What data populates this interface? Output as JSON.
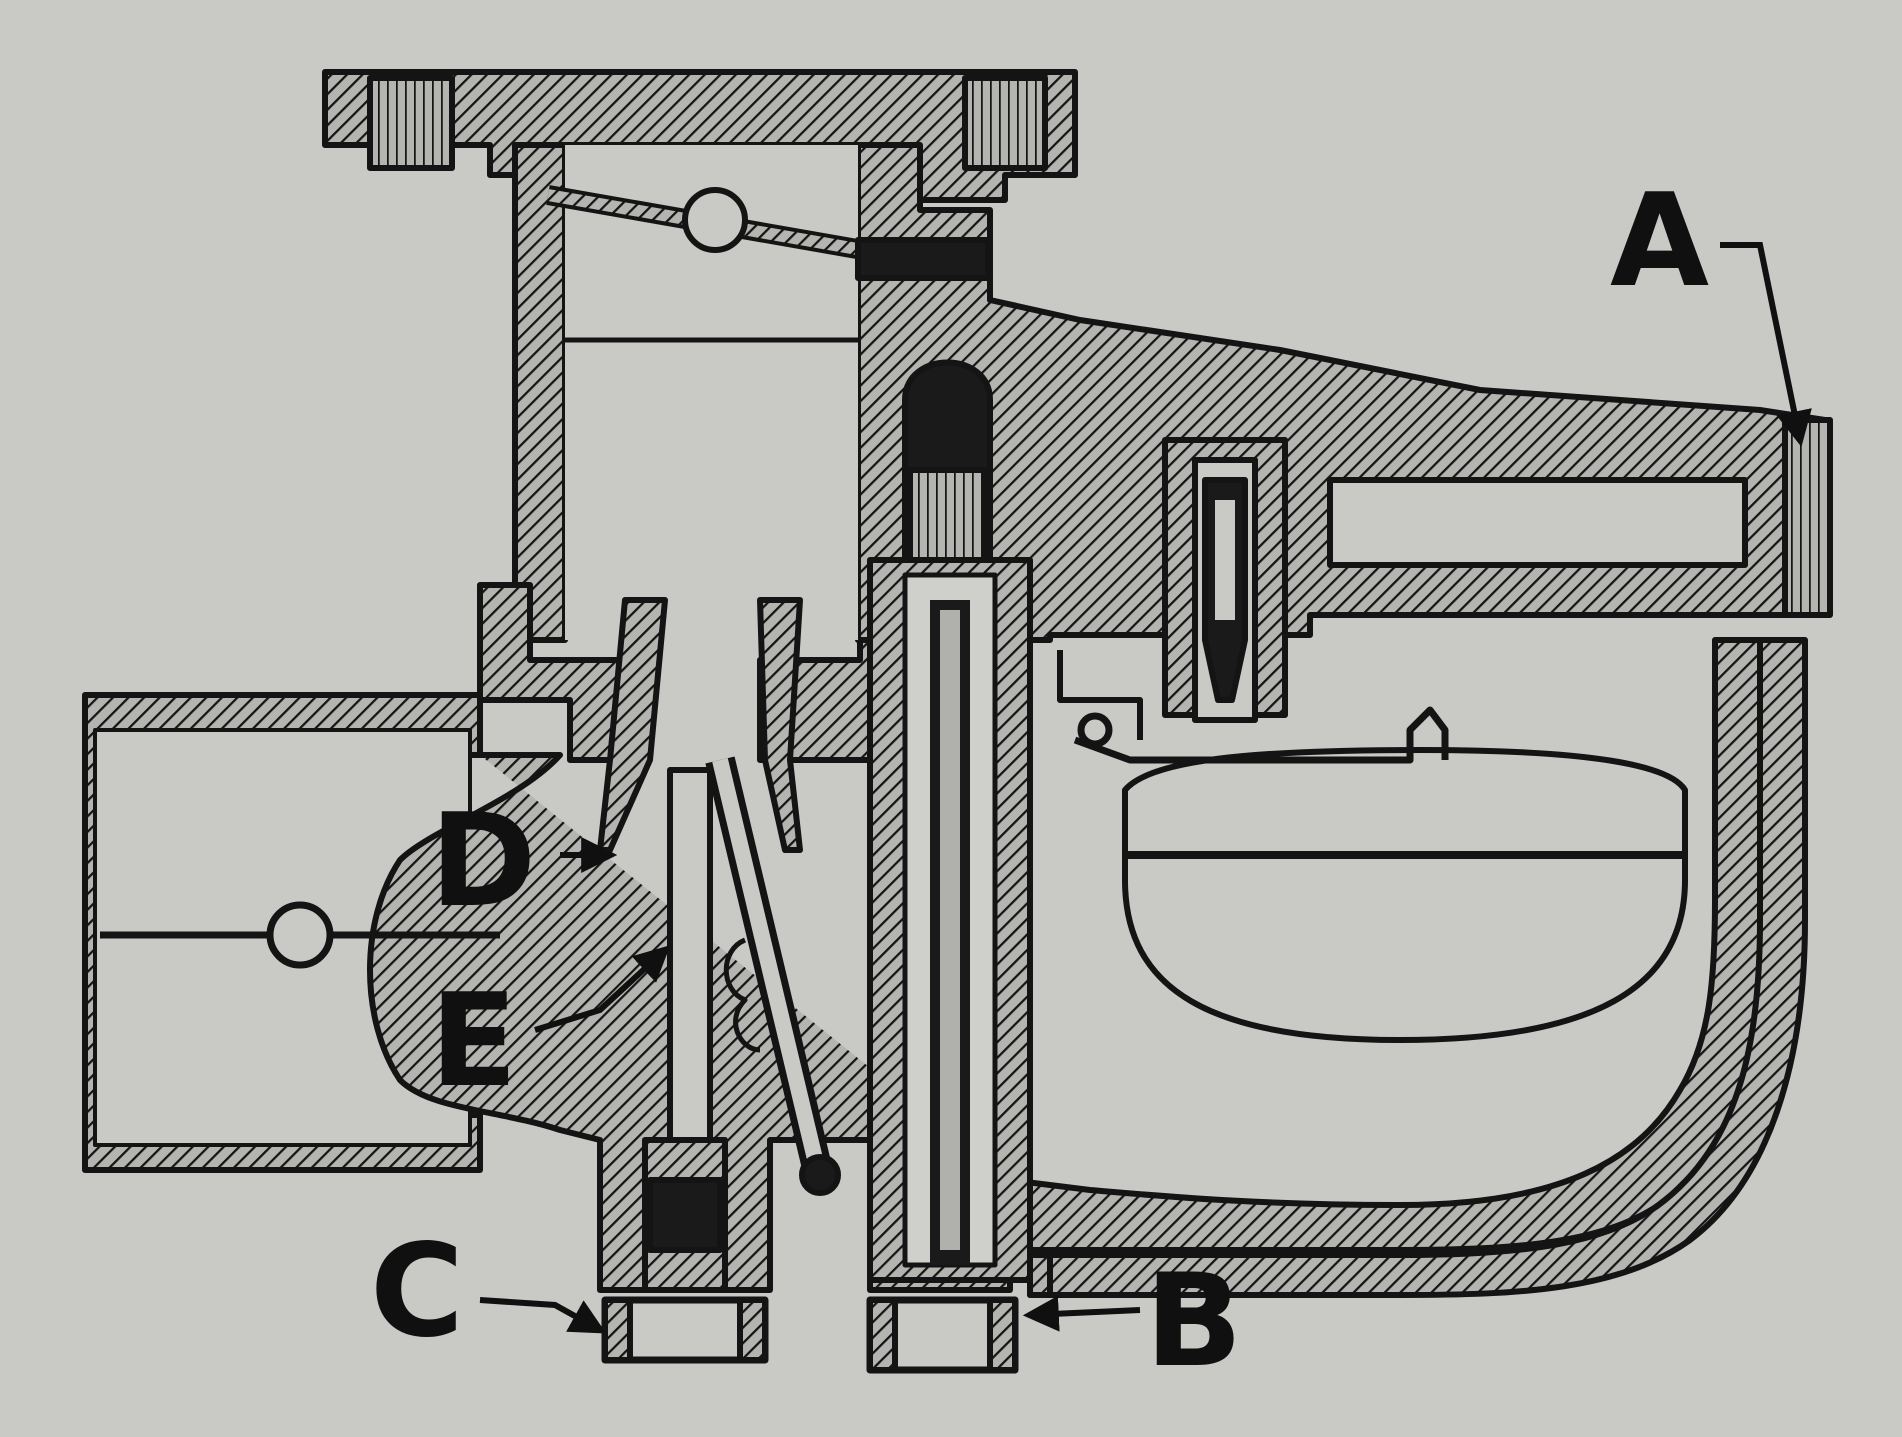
{
  "labels": {
    "a": "A",
    "b": "B",
    "c": "C",
    "d": "D",
    "e": "E"
  },
  "colors": {
    "paper": "#c9c9c6",
    "ink": "#141414",
    "hatch_fill": "#b4b4b0"
  }
}
